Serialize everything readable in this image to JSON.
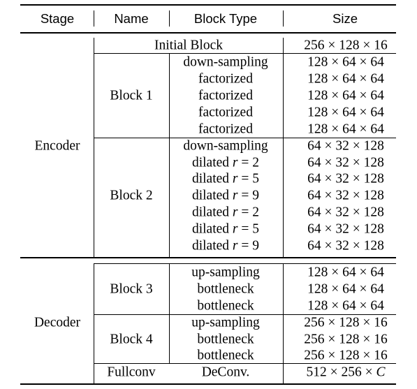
{
  "headers": [
    "Stage",
    "Name",
    "Block Type",
    "Size"
  ],
  "encoder": {
    "stage": "Encoder",
    "initial": {
      "name": "Initial Block",
      "size": "256 × 128 × 16"
    },
    "block1": {
      "name": "Block 1",
      "types": [
        "down-sampling",
        "factorized",
        "factorized",
        "factorized",
        "factorized"
      ],
      "sizes": [
        "128 × 64 × 64",
        "128 × 64 × 64",
        "128 × 64 × 64",
        "128 × 64 × 64",
        "128 × 64 × 64"
      ]
    },
    "block2": {
      "name": "Block 2",
      "types": [
        "down-sampling",
        "dilated r = 2",
        "dilated r = 5",
        "dilated r = 9",
        "dilated r = 2",
        "dilated r = 5",
        "dilated r = 9"
      ],
      "sizes": [
        "64 × 32 × 128",
        "64 × 32 × 128",
        "64 × 32 × 128",
        "64 × 32 × 128",
        "64 × 32 × 128",
        "64 × 32 × 128",
        "64 × 32 × 128"
      ]
    }
  },
  "decoder": {
    "stage": "Decoder",
    "block3": {
      "name": "Block 3",
      "types": [
        "up-sampling",
        "bottleneck",
        "bottleneck"
      ],
      "sizes": [
        "128 × 64 × 64",
        "128 × 64 × 64",
        "128 × 64 × 64"
      ]
    },
    "block4": {
      "name": "Block 4",
      "types": [
        "up-sampling",
        "bottleneck",
        "bottleneck"
      ],
      "sizes": [
        "256 × 128 × 16",
        "256 × 128 × 16",
        "256 × 128 × 16"
      ]
    },
    "fullconv": {
      "name": "Fullconv",
      "type": "DeConv.",
      "size": "512 × 256 × C"
    }
  }
}
